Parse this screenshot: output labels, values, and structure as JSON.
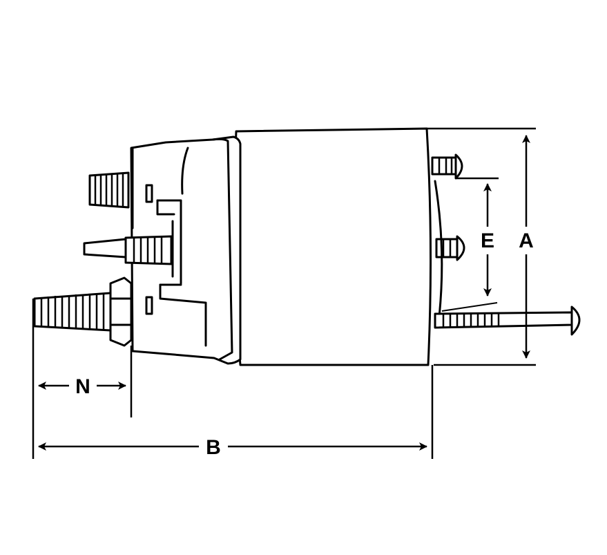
{
  "diagram": {
    "dimension_labels": {
      "a": "A",
      "b": "B",
      "e": "E",
      "n": "N"
    }
  }
}
